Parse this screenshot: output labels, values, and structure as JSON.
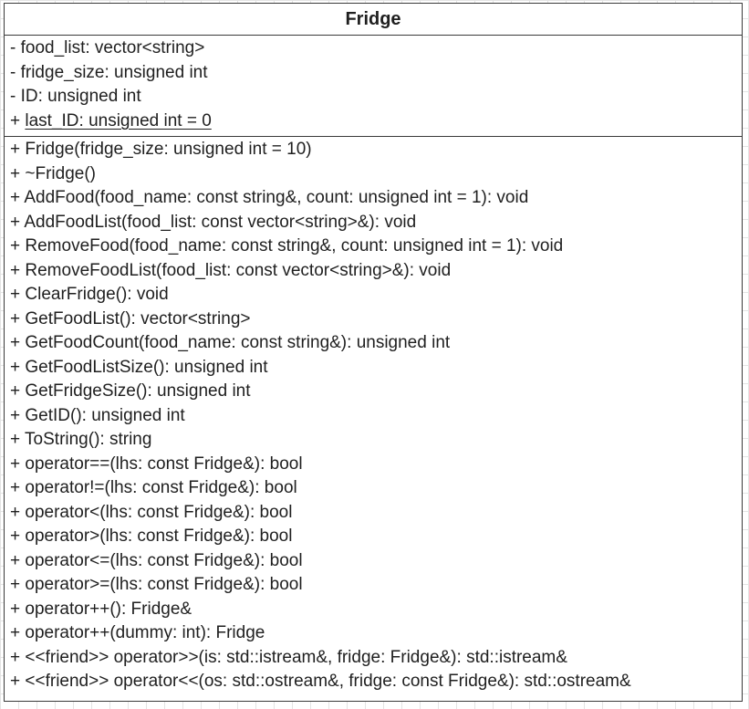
{
  "class_box": {
    "name": "Fridge",
    "attributes": [
      {
        "visibility": "-",
        "text": "food_list: vector<string>",
        "static": false
      },
      {
        "visibility": "-",
        "text": "fridge_size: unsigned int",
        "static": false
      },
      {
        "visibility": "-",
        "text": "ID: unsigned int",
        "static": false
      },
      {
        "visibility": "+",
        "text": "last_ID: unsigned int = 0",
        "static": true
      }
    ],
    "methods": [
      {
        "visibility": "+",
        "text": "Fridge(fridge_size: unsigned int = 10)"
      },
      {
        "visibility": "+",
        "text": "~Fridge()"
      },
      {
        "visibility": "+",
        "text": "AddFood(food_name: const string&, count: unsigned int = 1): void"
      },
      {
        "visibility": "+",
        "text": "AddFoodList(food_list: const vector<string>&): void"
      },
      {
        "visibility": "+",
        "text": "RemoveFood(food_name: const string&, count: unsigned int = 1): void"
      },
      {
        "visibility": "+",
        "text": "RemoveFoodList(food_list: const vector<string>&): void"
      },
      {
        "visibility": "+",
        "text": "ClearFridge(): void"
      },
      {
        "visibility": "+",
        "text": "GetFoodList(): vector<string>"
      },
      {
        "visibility": "+",
        "text": "GetFoodCount(food_name: const string&): unsigned int"
      },
      {
        "visibility": "+",
        "text": "GetFoodListSize(): unsigned int"
      },
      {
        "visibility": "+",
        "text": "GetFridgeSize(): unsigned int"
      },
      {
        "visibility": "+",
        "text": "GetID(): unsigned int"
      },
      {
        "visibility": "+",
        "text": "ToString(): string"
      },
      {
        "visibility": "+",
        "text": "operator==(lhs: const Fridge&): bool"
      },
      {
        "visibility": "+",
        "text": "operator!=(lhs: const Fridge&): bool"
      },
      {
        "visibility": "+",
        "text": "operator<(lhs: const Fridge&): bool"
      },
      {
        "visibility": "+",
        "text": "operator>(lhs: const Fridge&): bool"
      },
      {
        "visibility": "+",
        "text": "operator<=(lhs: const Fridge&): bool"
      },
      {
        "visibility": "+",
        "text": "operator>=(lhs: const Fridge&): bool"
      },
      {
        "visibility": "+",
        "text": "operator++(): Fridge&"
      },
      {
        "visibility": "+",
        "text": "operator++(dummy: int): Fridge"
      },
      {
        "visibility": "+",
        "text": "<<friend>> operator>>(is: std::istream&, fridge: Fridge&): std::istream&"
      },
      {
        "visibility": "+",
        "text": "<<friend>> operator<<(os: std::ostream&, fridge: const Fridge&): std::ostream&"
      }
    ]
  },
  "colors": {
    "canvas": "#ffffff",
    "grid": "#e4e4e4",
    "border": "#3a3a3a",
    "text": "#1f1f1f"
  }
}
